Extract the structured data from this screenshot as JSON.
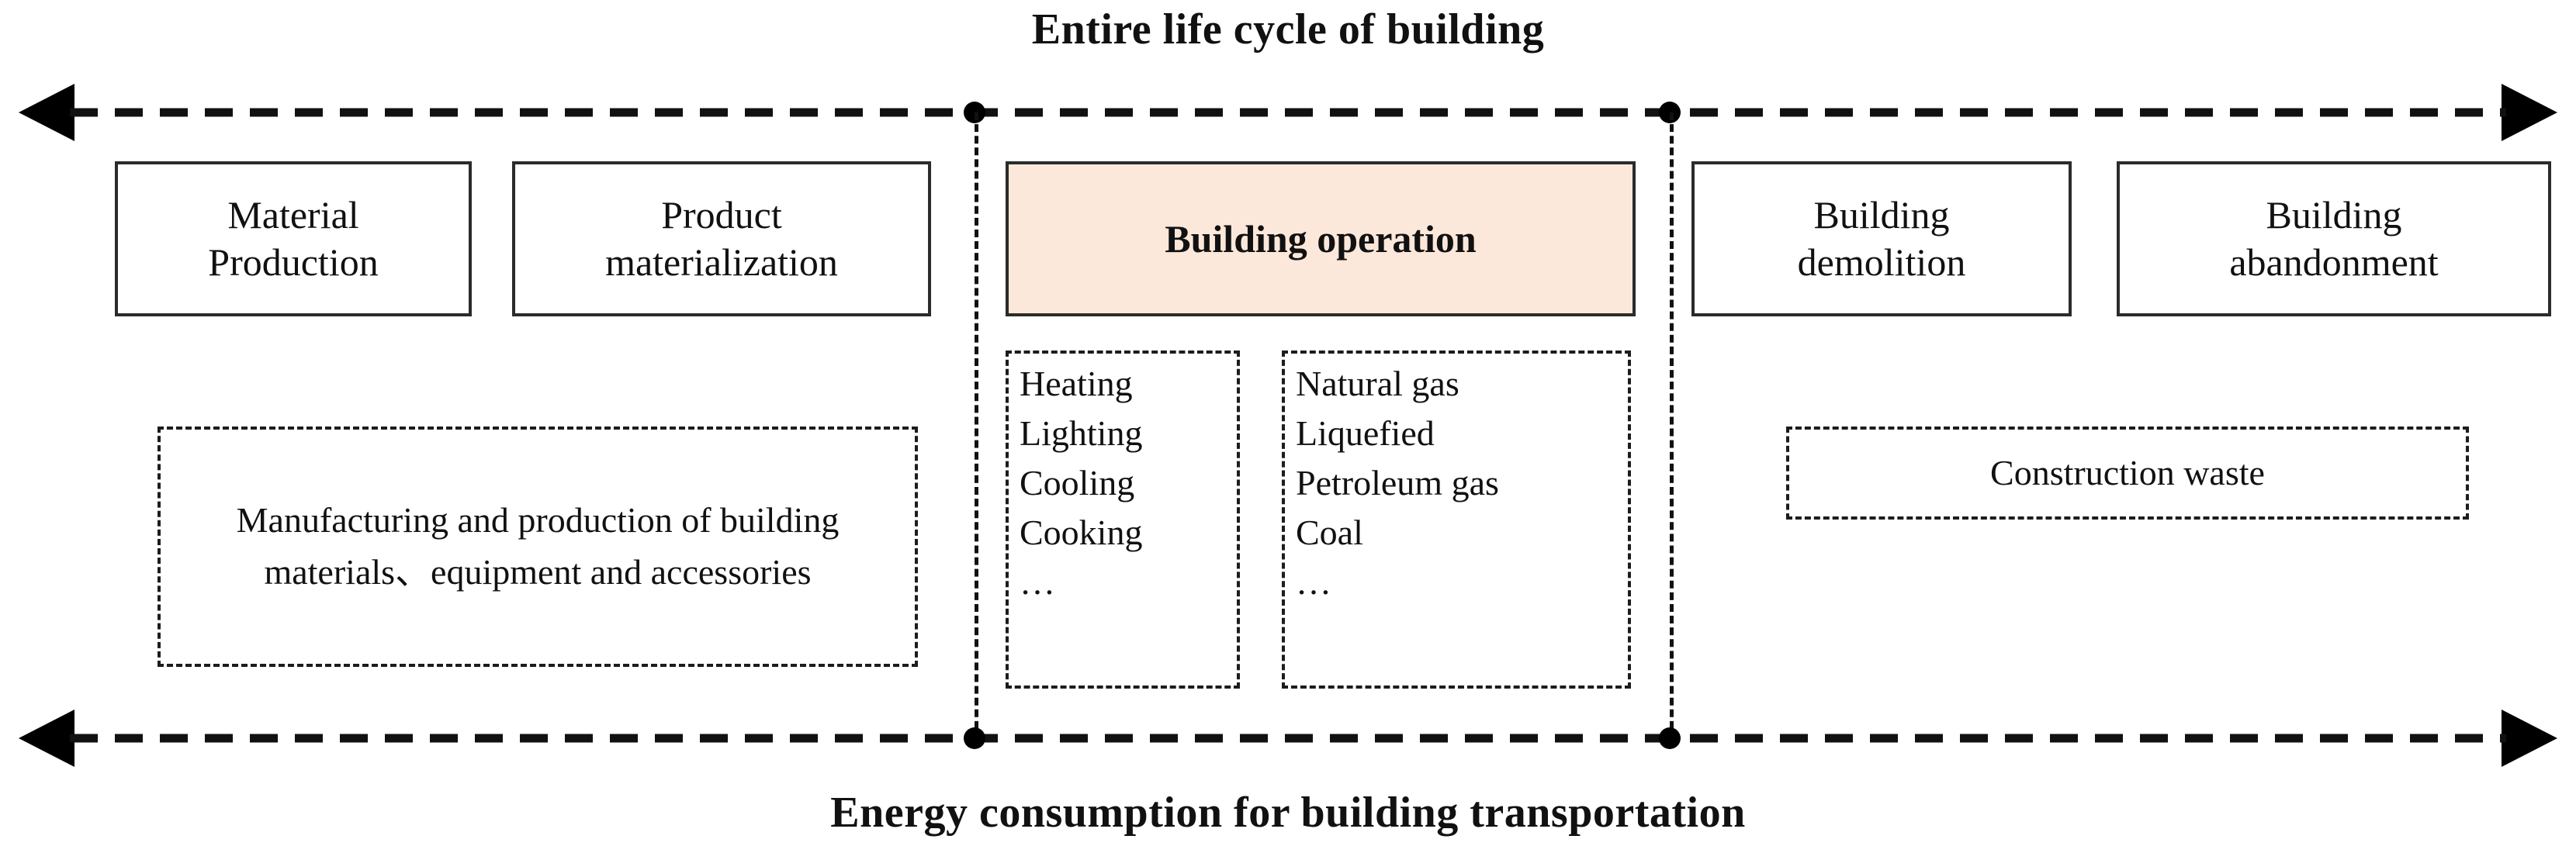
{
  "diagram": {
    "top_axis_title": "Entire life cycle of building",
    "bottom_axis_title": "Energy consumption for building transportation",
    "accent_color": "#fbe8da",
    "line_color": "#111111"
  },
  "stages": [
    {
      "id": "material-production",
      "line1": "Material",
      "line2": "Production"
    },
    {
      "id": "product-materialization",
      "line1": "Product",
      "line2": "materialization"
    },
    {
      "id": "building-operation",
      "line1": "Building operation",
      "line2": ""
    },
    {
      "id": "building-demolition",
      "line1": "Building",
      "line2": "demolition"
    },
    {
      "id": "building-abandonment",
      "line1": "Building",
      "line2": "abandonment"
    }
  ],
  "details": {
    "upstream": "Manufacturing and production of building materials、equipment and accessories",
    "downstream": "Construction waste"
  },
  "operation_lists": [
    {
      "id": "end-uses",
      "items": [
        "Heating",
        "Lighting",
        "Cooling",
        "Cooking",
        "…"
      ]
    },
    {
      "id": "fuels",
      "items": [
        "Natural gas",
        "Liquefied",
        "Petroleum gas",
        "Coal",
        "…"
      ]
    }
  ]
}
